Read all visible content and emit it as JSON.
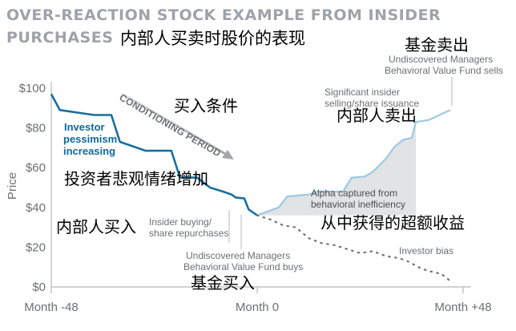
{
  "title_lines": [
    "OVER-REACTION STOCK EXAMPLE FROM INSIDER",
    "PURCHASES"
  ],
  "overlay": {
    "title_zh": "内部人买卖时股价的表现",
    "conditions_zh": "买入条件",
    "pessimism_zh": "投资者悲观情绪增加",
    "insider_buy_zh": "内部人买入",
    "fund_buy_zh": "基金买入",
    "fund_sell_zh": "基金卖出",
    "insider_sell_zh": "内部人卖出",
    "alpha_zh": "从中获得的超额收益"
  },
  "annotations": {
    "conditioning_period": "CONDITIONING PERIOD",
    "investor_pessimism": [
      "Investor",
      "pessimism",
      "increasing"
    ],
    "insider_buying": [
      "Insider buying/",
      "share repurchases"
    ],
    "fund_buys": [
      "Undiscovered Managers",
      "Behavioral Value Fund buys"
    ],
    "fund_sells": [
      "Undiscovered Managers",
      "Behavioral Value Fund sells"
    ],
    "insider_selling": [
      "Significant insider",
      "selling/share issuance"
    ],
    "alpha": [
      "Alpha captured from",
      "behavioral inefficiency"
    ],
    "investor_bias": "Investor bias"
  },
  "colors": {
    "title": "#9ea3a9",
    "pre_line": "#1a6f9f",
    "post_line": "#9bc9e4",
    "bias_line": "#707275",
    "alpha_fill": "#e2e3e4",
    "axis": "#b5b7b9",
    "arrow": "#b9bbbe"
  },
  "chart_data": {
    "type": "line",
    "ylabel": "Price",
    "xlabel": "",
    "ylim": [
      0,
      100
    ],
    "yticks": [
      0,
      20,
      40,
      60,
      80,
      100
    ],
    "ytick_labels": [
      "$0",
      "$20",
      "$40",
      "$60",
      "$80",
      "$100"
    ],
    "xlim": [
      -48,
      48
    ],
    "xticks": [
      -48,
      0,
      48
    ],
    "xtick_labels": [
      "Month -48",
      "Month 0",
      "Month +48"
    ],
    "series": [
      {
        "x": [
          -48,
          -46,
          -38,
          -34,
          -32,
          -26,
          -20,
          -18,
          -14,
          -11,
          -8,
          -6,
          -5,
          -3,
          -2,
          0
        ],
        "values": [
          97,
          89,
          86.5,
          86.5,
          73,
          68.5,
          68.5,
          55,
          55,
          50,
          48,
          46.5,
          45,
          44.5,
          39,
          36
        ]
      },
      {
        "x": [
          0,
          5,
          7,
          12,
          14,
          20,
          22,
          25,
          27,
          30,
          32,
          34,
          36,
          37,
          40,
          45
        ],
        "values": [
          36,
          40,
          45.5,
          46.5,
          48,
          48,
          55,
          55.5,
          58,
          64.5,
          70.5,
          74,
          75,
          83,
          84,
          89
        ]
      },
      {
        "x": [
          0,
          3,
          6,
          9,
          12,
          15,
          18,
          21,
          24,
          27,
          30,
          33,
          35,
          38,
          40,
          43,
          45
        ],
        "values": [
          36,
          34,
          31,
          30,
          24.5,
          22,
          21,
          19,
          17,
          18,
          15.5,
          14.5,
          13,
          9.5,
          8,
          6.5,
          3
        ]
      }
    ]
  }
}
